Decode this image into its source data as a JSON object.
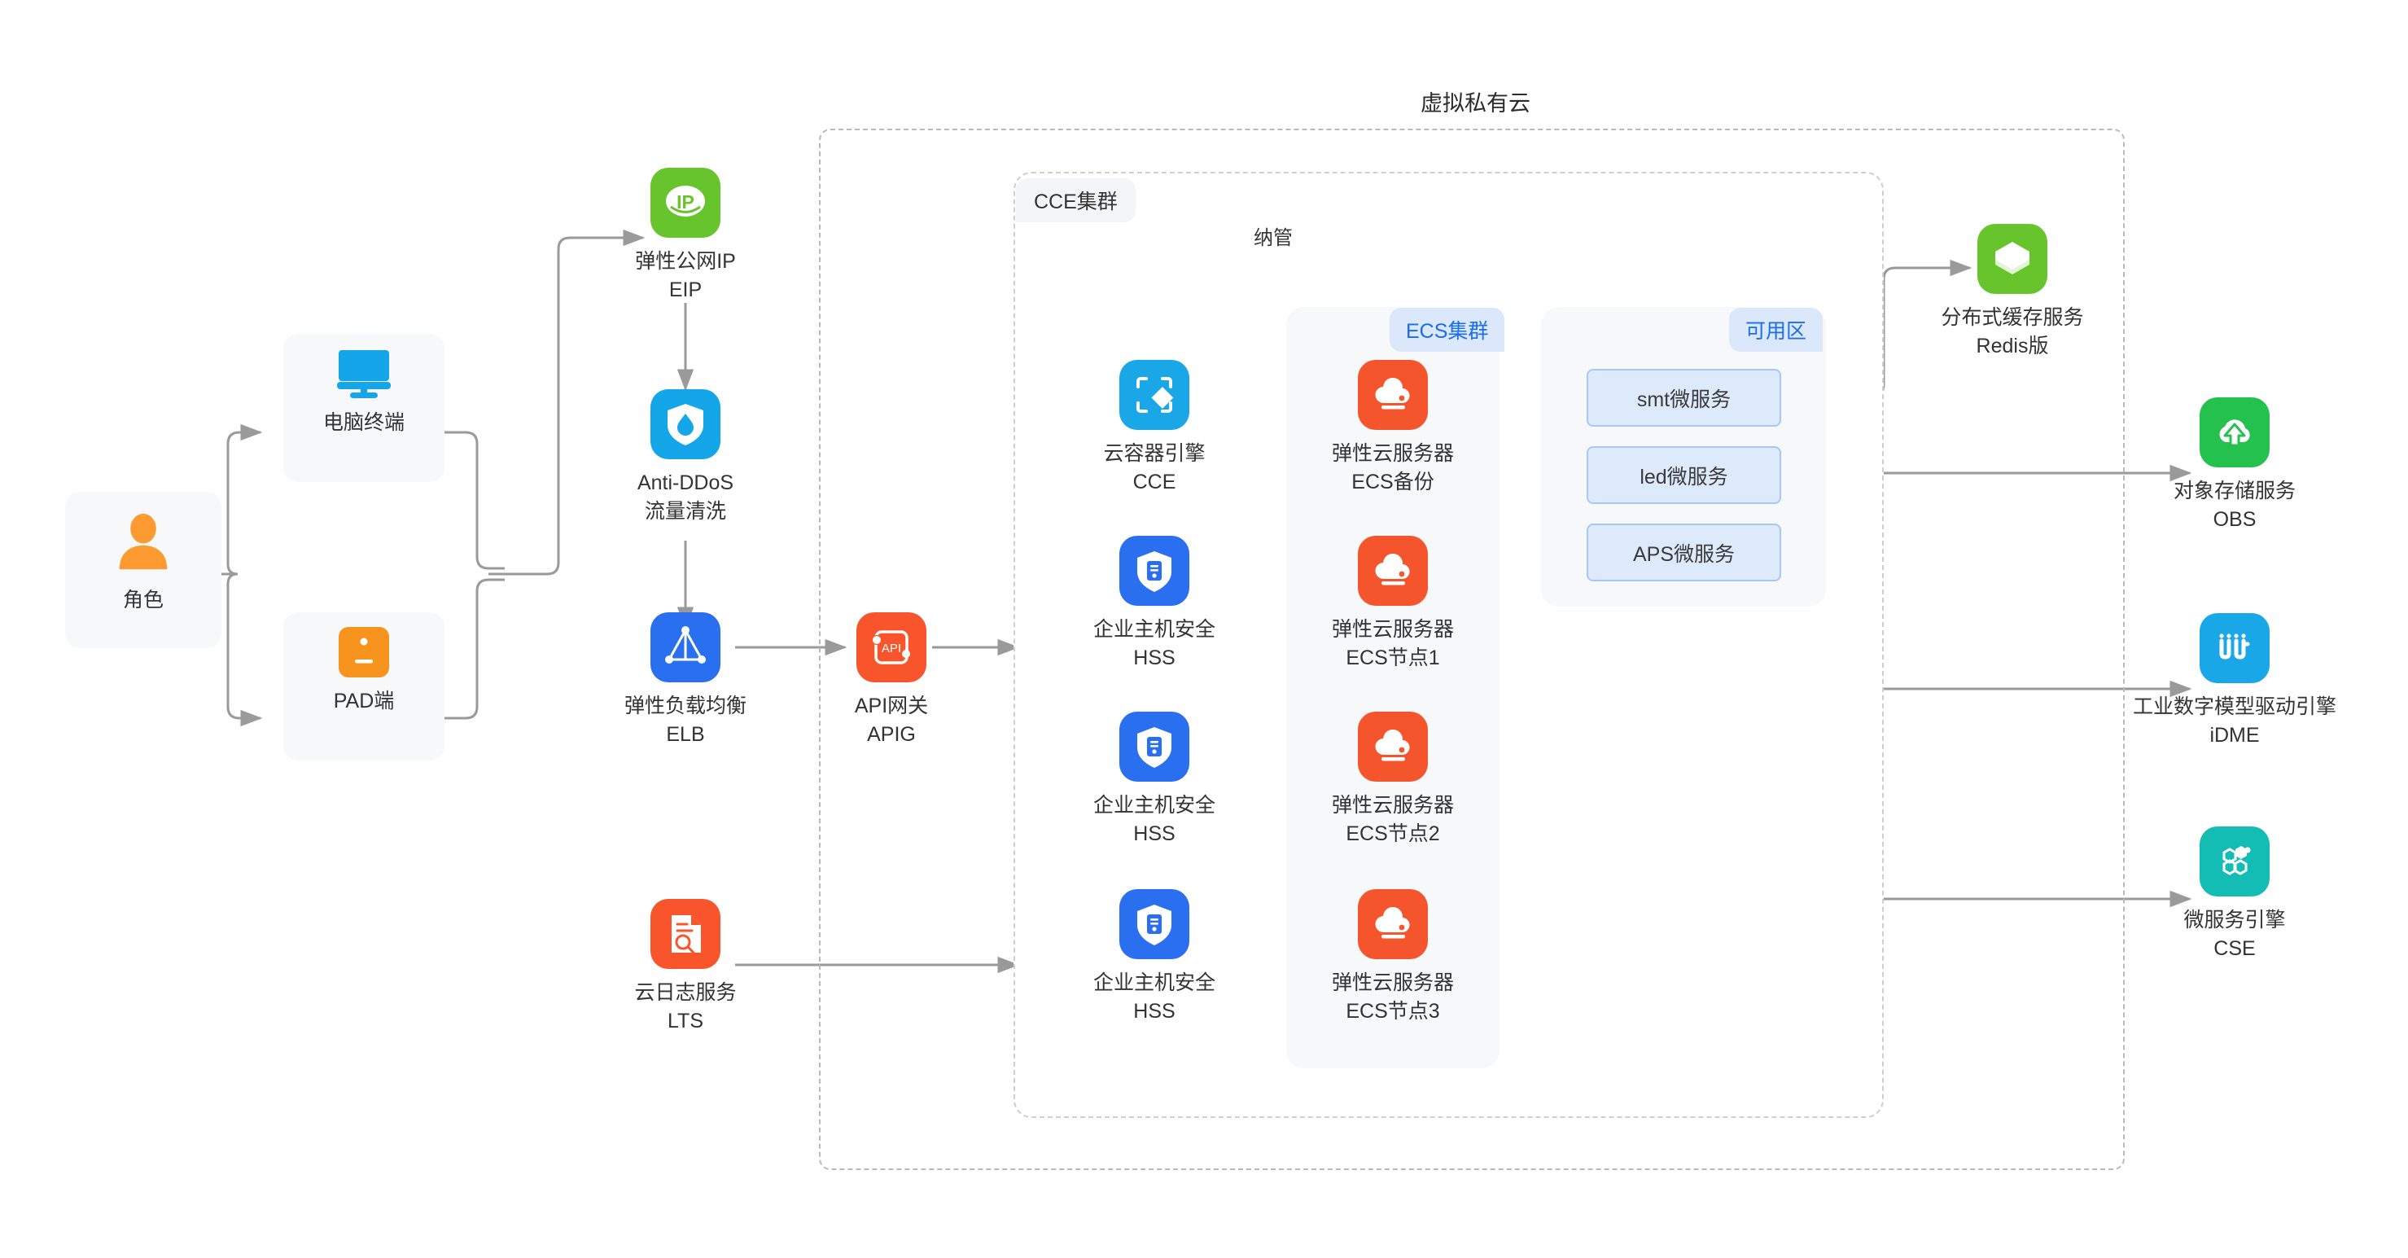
{
  "diagram": {
    "vpc_title": "虚拟私有云",
    "cce_cluster_tab": "CCE集群",
    "ecs_cluster_tab": "ECS集群",
    "az_tab": "可用区",
    "manage_edge_label": "纳管"
  },
  "nodes": {
    "role": {
      "name_cn": "角色",
      "code": ""
    },
    "pc": {
      "name_cn": "电脑终端",
      "code": ""
    },
    "pad": {
      "name_cn": "PAD端",
      "code": ""
    },
    "eip": {
      "name_cn": "弹性公网IP",
      "code": "EIP"
    },
    "antiddos": {
      "name_cn": "Anti-DDoS",
      "code": "流量清洗"
    },
    "elb": {
      "name_cn": "弹性负载均衡",
      "code": "ELB"
    },
    "lts": {
      "name_cn": "云日志服务",
      "code": "LTS"
    },
    "apig": {
      "name_cn": "API网关",
      "code": "APIG"
    },
    "cce": {
      "name_cn": "云容器引擎",
      "code": "CCE"
    },
    "hss1": {
      "name_cn": "企业主机安全",
      "code": "HSS"
    },
    "hss2": {
      "name_cn": "企业主机安全",
      "code": "HSS"
    },
    "hss3": {
      "name_cn": "企业主机安全",
      "code": "HSS"
    },
    "ecs_backup": {
      "name_cn": "弹性云服务器",
      "code": "ECS备份"
    },
    "ecs_node1": {
      "name_cn": "弹性云服务器",
      "code": "ECS节点1"
    },
    "ecs_node2": {
      "name_cn": "弹性云服务器",
      "code": "ECS节点2"
    },
    "ecs_node3": {
      "name_cn": "弹性云服务器",
      "code": "ECS节点3"
    },
    "redis": {
      "name_cn": "分布式缓存服务",
      "code": "Redis版"
    },
    "obs": {
      "name_cn": "对象存储服务",
      "code": "OBS"
    },
    "idme": {
      "name_cn": "工业数字模型驱动引擎",
      "code": "iDME"
    },
    "cse": {
      "name_cn": "微服务引擎",
      "code": "CSE"
    }
  },
  "microservices": [
    {
      "label": "smt微服务"
    },
    {
      "label": "led微服务"
    },
    {
      "label": "APS微服务"
    }
  ],
  "colors": {
    "eip_green": "#67c42c",
    "antiddos_blue": "#14a6e8",
    "elb_blue": "#2a6ff0",
    "lts_red": "#f9552c",
    "apig_red": "#f9552c",
    "cce_blue": "#19a7e8",
    "hss_blue": "#2a6ff0",
    "ecs_red": "#f4552c",
    "redis_green": "#67c42c",
    "obs_green": "#25c14f",
    "idme_blue": "#19a7e8",
    "cse_teal": "#14bdb3",
    "role_orange": "#ff9a30",
    "pc_blue": "#14a6e8",
    "pad_orange": "#f7941e",
    "edge_grey": "#9a9a9a",
    "tab_blue_text": "#1a6cf0"
  }
}
